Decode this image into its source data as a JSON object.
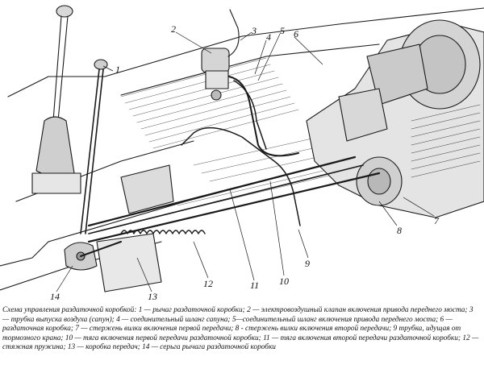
{
  "figure": {
    "callouts": [
      {
        "n": "1"
      },
      {
        "n": "2"
      },
      {
        "n": "3"
      },
      {
        "n": "4"
      },
      {
        "n": "5"
      },
      {
        "n": "6"
      },
      {
        "n": "7"
      },
      {
        "n": "8"
      },
      {
        "n": "9"
      },
      {
        "n": "10"
      },
      {
        "n": "11"
      },
      {
        "n": "12"
      },
      {
        "n": "13"
      },
      {
        "n": "14"
      }
    ]
  },
  "caption": {
    "text": "Схема управления раздаточной коробкой: 1 — рычаг раздаточной коробки; 2 — электровоздушный клапан включения привода переднего моста; 3 — трубка выпуска воздуха (сапун); 4 — соединительный шланг сапуна; 5—соединительный шланг включения привода переднего моста; 6 — раздаточная коробка; 7 — стержень вилки включения первой передачи; 8 - стержень вилки включения второй передачи; 9 трубка, идущая от тормозного крана; 10 — тяга включения первой передачи раздаточной коробки; 11 — тяга включения второй передачи раздаточной коробки; 12 — стяжная пружина; 13 — коробка передач; 14 — серьга рычага раздаточной коробки"
  }
}
